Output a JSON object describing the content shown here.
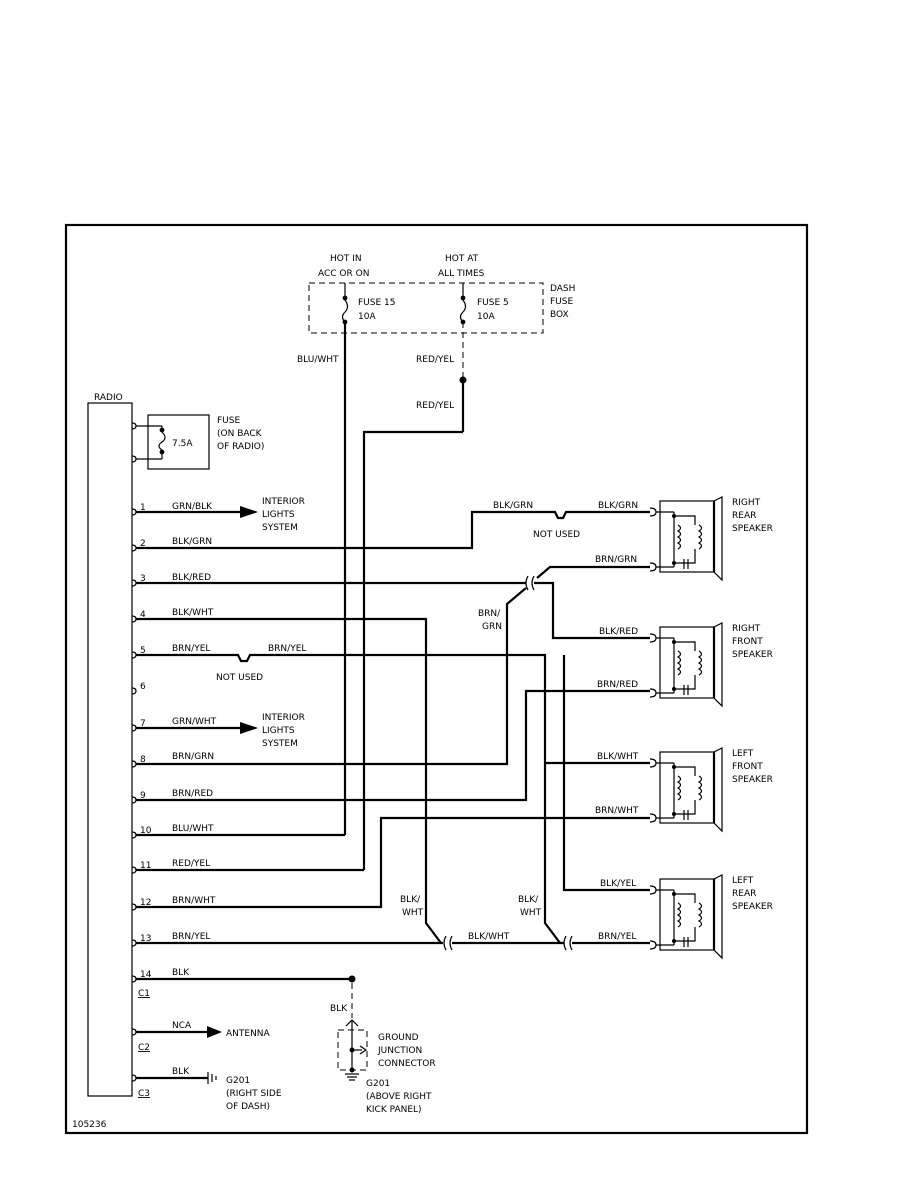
{
  "diagram_id": "105236",
  "radio": {
    "label": "RADIO"
  },
  "fuse_box": {
    "hot1": [
      "HOT IN",
      "ACC OR ON"
    ],
    "hot2": [
      "HOT AT",
      "ALL TIMES"
    ],
    "fuse15": [
      "FUSE 15",
      "10A"
    ],
    "fuse5": [
      "FUSE 5",
      "10A"
    ],
    "box": [
      "DASH",
      "FUSE",
      "BOX"
    ]
  },
  "back_fuse": {
    "rating": "7.5A",
    "label": [
      "FUSE",
      "(ON BACK",
      "OF RADIO)"
    ]
  },
  "pins": [
    "1",
    "2",
    "3",
    "4",
    "5",
    "6",
    "7",
    "8",
    "9",
    "10",
    "11",
    "12",
    "13",
    "14"
  ],
  "connectors": [
    "C1",
    "C2",
    "C3"
  ],
  "wires": {
    "blu_wht": "BLU/WHT",
    "red_yel": "RED/YEL",
    "p1": "GRN/BLK",
    "p2": "BLK/GRN",
    "p3": "BLK/RED",
    "p4": "BLK/WHT",
    "p5": "BRN/YEL",
    "p5b": "BRN/YEL",
    "p7": "GRN/WHT",
    "p8": "BRN/GRN",
    "p9": "BRN/RED",
    "p10": "BLU/WHT",
    "p11": "RED/YEL",
    "p12": "BRN/WHT",
    "p13": "BRN/YEL",
    "p14": "BLK",
    "nca": "NCA",
    "c3": "BLK",
    "blk_grn_top": "BLK/GRN",
    "blk_grn_rr": "BLK/GRN",
    "brn_grn_rr": "BRN/GRN",
    "brn_grn_mid": [
      "BRN/",
      "GRN"
    ],
    "blk_red_rf": "BLK/RED",
    "brn_red_rf": "BRN/RED",
    "blk_wht_lf": "BLK/WHT",
    "brn_wht_lf": "BRN/WHT",
    "blk_yel_lr": "BLK/YEL",
    "brn_yel_lr": "BRN/YEL",
    "blk_wht_a": [
      "BLK/",
      "WHT"
    ],
    "blk_wht_b": [
      "BLK/",
      "WHT"
    ],
    "blk_wht_mid": "BLK/WHT",
    "blk_ground": "BLK"
  },
  "not_used": "NOT USED",
  "interior_lights": [
    "INTERIOR",
    "LIGHTS",
    "SYSTEM"
  ],
  "antenna": "ANTENNA",
  "g201_left": [
    "G201",
    "(RIGHT SIDE",
    "OF DASH)"
  ],
  "ground_junction": [
    "GROUND",
    "JUNCTION",
    "CONNECTOR"
  ],
  "g201_right": [
    "G201",
    "(ABOVE RIGHT",
    "KICK PANEL)"
  ],
  "speakers": {
    "rr": [
      "RIGHT",
      "REAR",
      "SPEAKER"
    ],
    "rf": [
      "RIGHT",
      "FRONT",
      "SPEAKER"
    ],
    "lf": [
      "LEFT",
      "FRONT",
      "SPEAKER"
    ],
    "lr": [
      "LEFT",
      "REAR",
      "SPEAKER"
    ]
  }
}
